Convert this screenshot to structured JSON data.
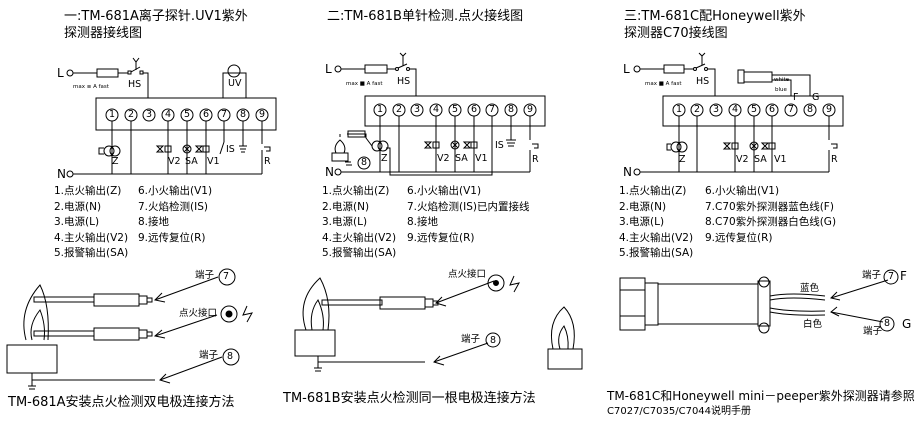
{
  "panels": [
    {
      "title_line1": "一:TM-681A离子探针.UV1紫外",
      "title_line2": "探测器接线图",
      "line_L": "L",
      "line_N": "N",
      "fuse_label": "max ≡ A fast",
      "switch_label": "HS",
      "uv_label": "UV",
      "terminals": [
        "1",
        "2",
        "3",
        "4",
        "5",
        "6",
        "7",
        "8",
        "9"
      ],
      "component_labels": {
        "z": "Z",
        "v2": "V2",
        "sa": "SA",
        "v1": "V1",
        "is": "IS",
        "r": "R"
      },
      "legend_left": [
        "1.点火输出(Z)",
        "2.电源(N)",
        "3.电源(L)",
        "4.主火输出(V2)",
        "5.报警输出(SA)"
      ],
      "legend_right": [
        "6.小火输出(V1)",
        "7.火焰检测(IS)",
        "8.接地",
        "9.远传复位(R)"
      ],
      "install": {
        "terminal7_label": "端子",
        "terminal7_num": "7",
        "ignition_label": "点火接口",
        "terminal8_label": "端子",
        "terminal8_num": "8",
        "caption": "TM-681A安装点火检测双电极连接方法"
      }
    },
    {
      "title_line1": "二:TM-681B单针检测.点火接线图",
      "line_L": "L",
      "line_N": "N",
      "fuse_label": "max ■ A fast",
      "switch_label": "HS",
      "terminals": [
        "1",
        "2",
        "3",
        "4",
        "5",
        "6",
        "7",
        "8",
        "9"
      ],
      "ground_terminal": "8",
      "component_labels": {
        "z": "Z",
        "v2": "V2",
        "sa": "SA",
        "v1": "V1",
        "is": "IS",
        "r": "R"
      },
      "legend_left": [
        "1.点火输出(Z)",
        "2.电源(N)",
        "3.电源(L)",
        "4.主火输出(V2)",
        "5.报警输出(SA)"
      ],
      "legend_right": [
        "6.小火输出(V1)",
        "7.火焰检测(IS)已内置接线",
        "8.接地",
        "9.远传复位(R)"
      ],
      "install": {
        "ignition_label": "点火接口",
        "terminal8_label": "端子",
        "terminal8_num": "8",
        "caption": "TM-681B安装点火检测同一根电极连接方法"
      }
    },
    {
      "title_line1": "三:TM-681C配Honeywell紫外",
      "title_line2": "探测器C70接线图",
      "line_L": "L",
      "line_N": "N",
      "fuse_label": "max ■ A fast",
      "switch_label": "HS",
      "wire_white": "white",
      "wire_blue": "blue",
      "tag_f": "F",
      "tag_g": "G",
      "terminals": [
        "1",
        "2",
        "3",
        "4",
        "5",
        "6",
        "7",
        "8",
        "9"
      ],
      "component_labels": {
        "z": "Z",
        "v2": "V2",
        "sa": "SA",
        "v1": "V1",
        "r": "R"
      },
      "legend_left": [
        "1.点火输出(Z)",
        "2.电源(N)",
        "3.电源(L)",
        "4.主火输出(V2)",
        "5.报警输出(SA)"
      ],
      "legend_right": [
        "6.小火输出(V1)",
        "7.C70紫外探测器蓝色线(F)",
        "8.C70紫外探测器白色线(G)",
        "9.远传复位(R)"
      ],
      "install": {
        "blue_label": "蓝色",
        "white_label": "白色",
        "terminal7_label": "端子",
        "terminal7_num": "7",
        "terminal7_tag": "F",
        "terminal8_label": "端子",
        "terminal8_num": "8",
        "terminal8_tag": "G",
        "caption_line1": "TM-681C和Honeywell mini－peeper紫外探测器请参照",
        "caption_line2": "C7027/C7035/C7044说明手册"
      }
    }
  ]
}
